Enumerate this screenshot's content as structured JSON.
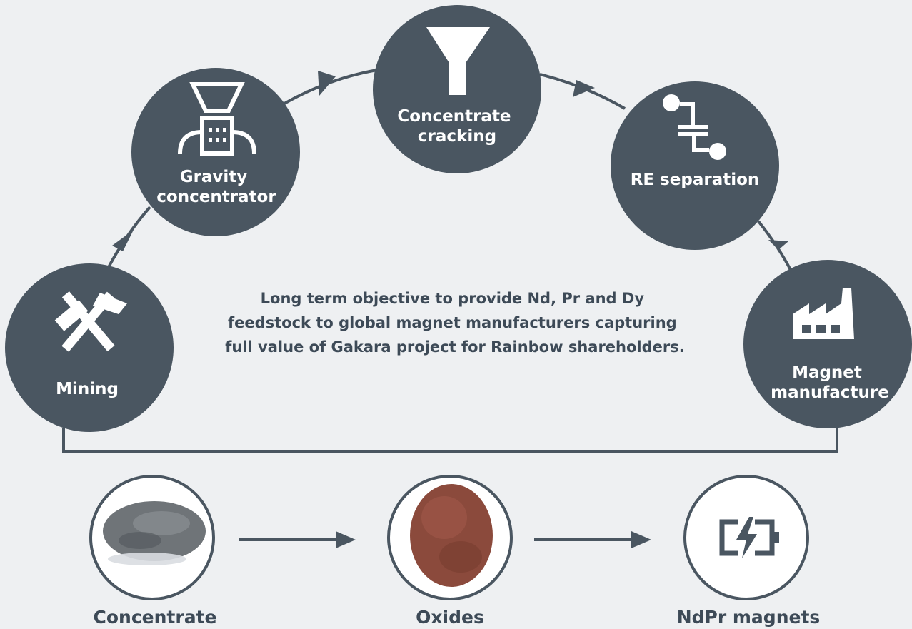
{
  "colors": {
    "node_fill": "#4a5661",
    "text_dark": "#3d4a57",
    "background": "#eef0f2",
    "concentrate_sample": "#6f7478",
    "oxides_sample": "#8b4a3c"
  },
  "process": {
    "nodes": [
      {
        "id": "mining",
        "label_lines": [
          "Mining"
        ],
        "icon": "crossed-hammers-icon"
      },
      {
        "id": "gravity-concentrator",
        "label_lines": [
          "Gravity",
          "concentrator"
        ],
        "icon": "gravity-concentrator-icon"
      },
      {
        "id": "concentrate-cracking",
        "label_lines": [
          "Concentrate",
          "cracking"
        ],
        "icon": "funnel-icon"
      },
      {
        "id": "re-separation",
        "label_lines": [
          "RE separation"
        ],
        "icon": "separation-nodes-icon"
      },
      {
        "id": "magnet-manufacture",
        "label_lines": [
          "Magnet",
          "manufacture"
        ],
        "icon": "factory-icon"
      }
    ]
  },
  "objective": {
    "lines": [
      "Long term objective to provide Nd, Pr and Dy",
      "feedstock to global magnet manufacturers capturing",
      "full value of Gakara project for Rainbow shareholders."
    ]
  },
  "products": [
    {
      "id": "concentrate",
      "label": "Concentrate",
      "visual": "grey-powder-photo"
    },
    {
      "id": "oxides",
      "label": "Oxides",
      "visual": "red-brown-powder-photo"
    },
    {
      "id": "ndpr-magnets",
      "label": "NdPr magnets",
      "icon": "battery-charging-icon"
    }
  ]
}
